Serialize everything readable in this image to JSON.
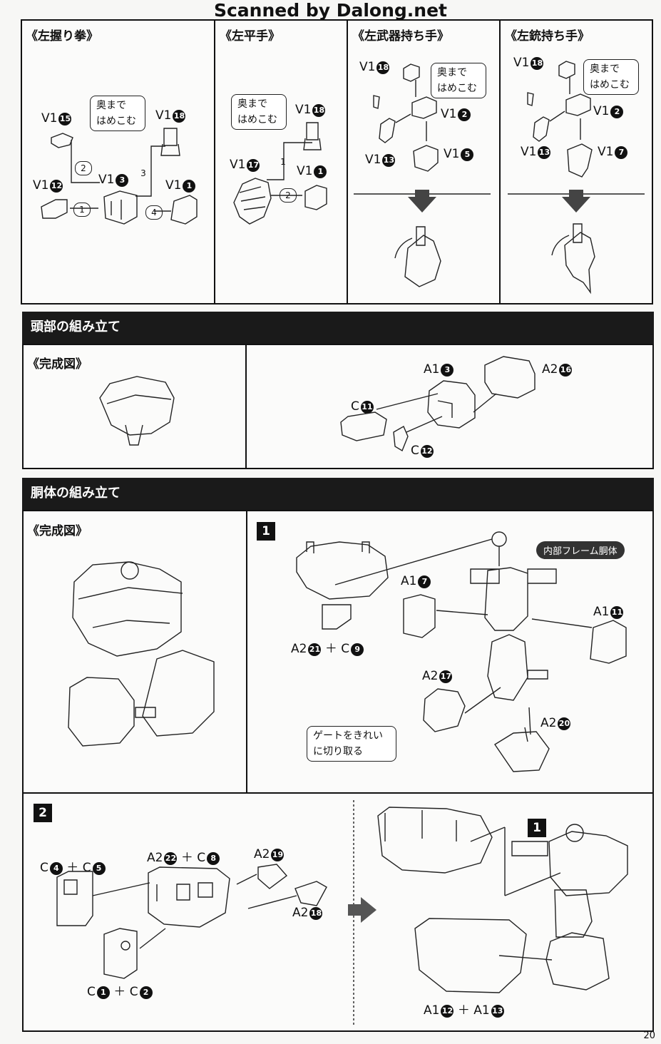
{
  "watermark": "Scanned by Dalong.net",
  "page_number": "20",
  "hands": [
    {
      "title": "《左握り拳》",
      "note": [
        "奥まで",
        "はめこむ"
      ]
    },
    {
      "title": "《左平手》",
      "note": [
        "奥まで",
        "はめこむ"
      ]
    },
    {
      "title": "《左武器持ち手》",
      "note": [
        "奥まで",
        "はめこむ"
      ]
    },
    {
      "title": "《左銃持ち手》",
      "note": [
        "奥まで",
        "はめこむ"
      ]
    }
  ],
  "hand_parts": {
    "fist": [
      {
        "t": "V1",
        "n": "15"
      },
      {
        "t": "V1",
        "n": "18"
      },
      {
        "t": "V1",
        "n": "12"
      },
      {
        "t": "V1",
        "n": "3"
      },
      {
        "t": "V1",
        "n": "1"
      }
    ],
    "flat": [
      {
        "t": "V1",
        "n": "18"
      },
      {
        "t": "V1",
        "n": "17"
      },
      {
        "t": "V1",
        "n": "1"
      }
    ],
    "weapon": [
      {
        "t": "V1",
        "n": "18"
      },
      {
        "t": "V1",
        "n": "2"
      },
      {
        "t": "V1",
        "n": "13"
      },
      {
        "t": "V1",
        "n": "5"
      }
    ],
    "gun": [
      {
        "t": "V1",
        "n": "18"
      },
      {
        "t": "V1",
        "n": "2"
      },
      {
        "t": "V1",
        "n": "13"
      },
      {
        "t": "V1",
        "n": "7"
      }
    ]
  },
  "steps": {
    "fist": [
      "2",
      "3",
      "1",
      "4"
    ],
    "flat": [
      "1",
      "2"
    ]
  },
  "head": {
    "bar": "頭部の組み立て",
    "complete": "《完成図》",
    "parts": [
      {
        "t": "A1",
        "n": "3"
      },
      {
        "t": "A2",
        "n": "16"
      },
      {
        "t": "C",
        "n": "11"
      },
      {
        "t": "C",
        "n": "12"
      }
    ]
  },
  "torso": {
    "bar": "胴体の組み立て",
    "complete": "《完成図》",
    "step1": "1",
    "step2": "2",
    "frame_label": "内部フレーム胴体",
    "gate_note": [
      "ゲートをきれい",
      "に切り取る"
    ],
    "step1_parts": {
      "a2_21": [
        {
          "t": "A2",
          "n": "21"
        },
        {
          "t": "C",
          "n": "9"
        }
      ],
      "a1_7": {
        "t": "A1",
        "n": "7"
      },
      "a1_11": {
        "t": "A1",
        "n": "11"
      },
      "a2_17": {
        "t": "A2",
        "n": "17"
      },
      "a2_20": {
        "t": "A2",
        "n": "20"
      }
    },
    "step2_parts": {
      "c4_c5": [
        {
          "t": "C",
          "n": "4"
        },
        {
          "t": "C",
          "n": "5"
        }
      ],
      "a2_22_c8": [
        {
          "t": "A2",
          "n": "22"
        },
        {
          "t": "C",
          "n": "8"
        }
      ],
      "a2_19": {
        "t": "A2",
        "n": "19"
      },
      "a2_18": {
        "t": "A2",
        "n": "18"
      },
      "c1_c2": [
        {
          "t": "C",
          "n": "1"
        },
        {
          "t": "C",
          "n": "2"
        }
      ],
      "a1_12_13": [
        {
          "t": "A1",
          "n": "12"
        },
        {
          "t": "A1",
          "n": "13"
        }
      ],
      "ref": "1"
    },
    "plus": "＋"
  }
}
